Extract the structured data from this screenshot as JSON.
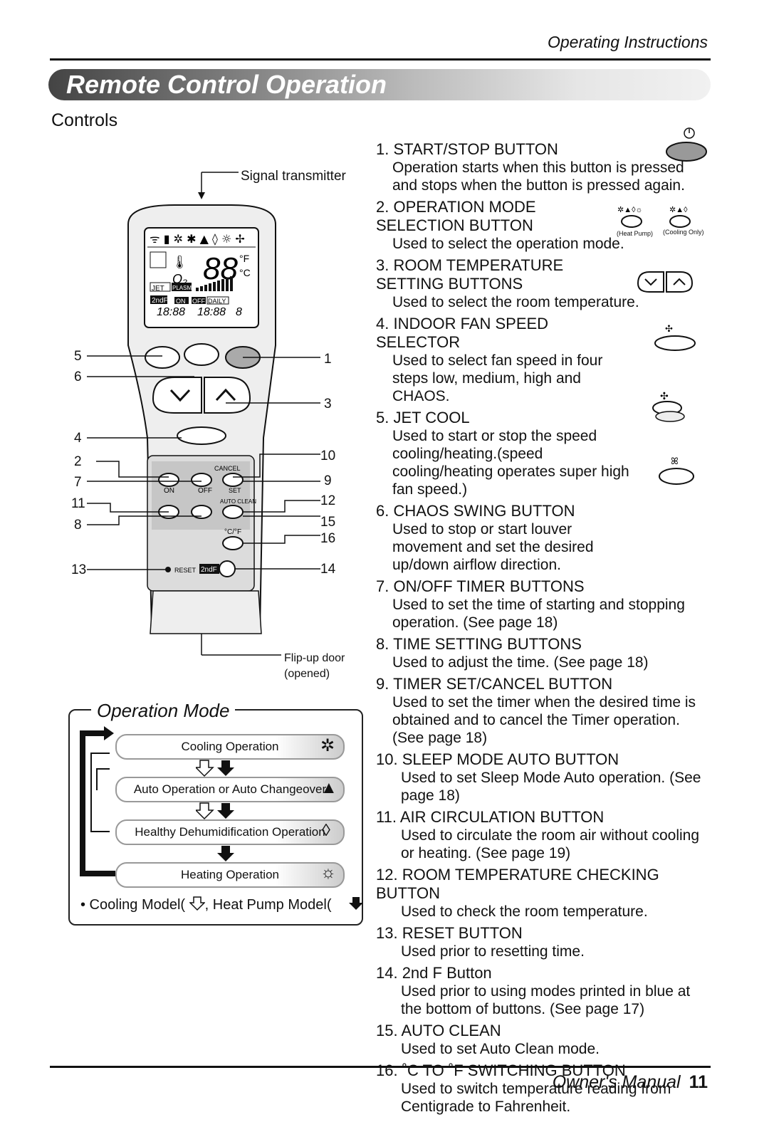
{
  "header": {
    "label": "Operating Instructions"
  },
  "title": "Remote Control Operation",
  "subtitle": "Controls",
  "remote": {
    "signal_transmitter": "Signal transmitter",
    "flip_up_door": "Flip-up door",
    "flip_up_door_state": "(opened)",
    "left_numbers": [
      "5",
      "6",
      "4",
      "2",
      "7",
      "11",
      "8",
      "13"
    ],
    "right_numbers": [
      "1",
      "3",
      "10",
      "9",
      "12",
      "15",
      "16",
      "14"
    ],
    "buttons": {
      "cancel": "CANCEL",
      "set": "SET",
      "on": "ON",
      "off": "OFF",
      "auto_clean": "AUTO CLEAN",
      "cf": "°C/°F",
      "reset": "RESET",
      "second_f": "2ndF"
    },
    "display": {
      "jet": "JET",
      "plasma": "PLASMA",
      "on": "ON",
      "off": "OFF",
      "daily": "DAILY",
      "temp": "88",
      "time1": "18:88",
      "time2": "18:88",
      "hours": "8",
      "unit_f": "°F",
      "unit_c": "°C"
    }
  },
  "controls": [
    {
      "title": "1. START/STOP BUTTON",
      "desc": "Operation starts when this button is pressed and stops when the button is pressed again."
    },
    {
      "title": "2. OPERATION MODE SELECTION BUTTON",
      "desc": "Used to select the operation mode."
    },
    {
      "title": "3. ROOM TEMPERATURE SETTING BUTTONS",
      "desc": "Used to select the room temperature."
    },
    {
      "title": "4. INDOOR FAN SPEED SELECTOR",
      "desc": "Used to select fan speed in four steps low, medium, high and CHAOS."
    },
    {
      "title": "5. JET COOL",
      "desc": "Used to start or stop the speed cooling/heating.(speed cooling/heating operates super high fan speed.)"
    },
    {
      "title": "6. CHAOS SWING BUTTON",
      "desc": "Used to stop or start louver movement and set the desired up/down airflow direction."
    },
    {
      "title": "7. ON/OFF TIMER BUTTONS",
      "desc": "Used to set the time of starting and stopping operation. (See page 18)"
    },
    {
      "title": "8. TIME SETTING BUTTONS",
      "desc": "Used to adjust the time. (See page 18)"
    },
    {
      "title": "9. TIMER SET/CANCEL BUTTON",
      "desc": "Used to set the timer when the desired time is obtained and to cancel the Timer operation. (See page 18)"
    },
    {
      "title": "10. SLEEP MODE AUTO BUTTON",
      "desc": "Used to set Sleep Mode Auto operation. (See page 18)"
    },
    {
      "title": "11. AIR CIRCULATION BUTTON",
      "desc": "Used to circulate the room air without cooling or heating. (See page 19)"
    },
    {
      "title": "12. ROOM TEMPERATURE CHECKING BUTTON",
      "desc": "Used to check the room temperature."
    },
    {
      "title": "13. RESET BUTTON",
      "desc": "Used prior to resetting time."
    },
    {
      "title": "14. 2nd F Button",
      "desc": "Used prior to using modes printed in blue at the bottom of buttons. (See page 17)"
    },
    {
      "title": "15. AUTO CLEAN",
      "desc": "Used to set Auto Clean mode."
    },
    {
      "title": "16. ˚C TO ˚F SWITCHING BUTTON",
      "desc": "Used to switch temperature reading from Centigrade to Fahrenheit."
    }
  ],
  "mode_labels": {
    "heat_pump": "(Heat Pump)",
    "cooling_only": "(Cooling Only)"
  },
  "operation_mode": {
    "title": "Operation Mode",
    "modes": [
      {
        "label": "Cooling Operation",
        "icon": "snowflake-icon"
      },
      {
        "label": "Auto Operation or Auto Changeover",
        "icon": "auto-mode-icon"
      },
      {
        "label": "Healthy Dehumidification Operation",
        "icon": "water-drop-icon"
      },
      {
        "label": "Heating Operation",
        "icon": "sun-icon"
      }
    ],
    "legend_cooling": "• Cooling Model(",
    "legend_heat": ", Heat Pump Model("
  },
  "footer": {
    "label": "Owner's Manual",
    "page": "11"
  }
}
